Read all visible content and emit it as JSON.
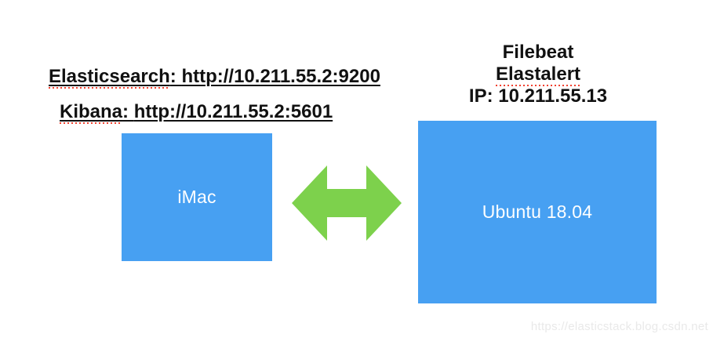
{
  "canvas": {
    "background": "#ffffff"
  },
  "annotations": {
    "elasticsearch": {
      "word": "Elasticsearch",
      "sep": ": ",
      "url": "http://10.211.55.2:9200"
    },
    "kibana": {
      "word": "Kibana",
      "sep": ": ",
      "url": "http://10.211.55.2:5601"
    },
    "ubuntu_header": {
      "line1": "Filebeat",
      "line2": "Elastalert",
      "line3": "IP: 10.211.55.13"
    }
  },
  "nodes": {
    "imac": {
      "label": "iMac",
      "fill": "#47A0F2",
      "text_color": "#ffffff"
    },
    "ubuntu": {
      "label": "Ubuntu 18.04",
      "fill": "#47A0F2",
      "text_color": "#ffffff"
    }
  },
  "connector": {
    "shape": "double-headed-arrow",
    "fill": "#7DD14C"
  },
  "spellcheck": {
    "color": "#f0402e"
  },
  "watermark": {
    "text": "https://elasticstack.blog.csdn.net",
    "color": "#e9e9e9"
  }
}
